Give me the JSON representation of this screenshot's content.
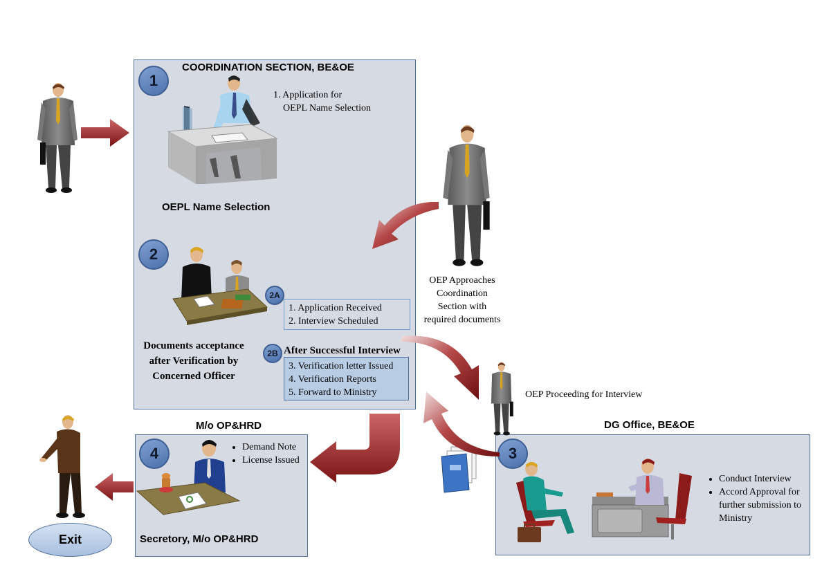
{
  "sections": {
    "coordination": {
      "title": "COORDINATION SECTION, BE&OE",
      "step1_number": "1",
      "step1_text_line1": "1. Application for",
      "step1_text_line2": "OEPL Name Selection",
      "step1_caption": "OEPL Name Selection",
      "step2_number": "2",
      "step2_caption_line1": "Documents acceptance",
      "step2_caption_line2": "after Verification by",
      "step2_caption_line3": "Concerned Officer",
      "step2a_number": "2A",
      "step2a_items": [
        "1. Application Received",
        "2. Interview Scheduled"
      ],
      "step2b_number": "2B",
      "step2b_title": "After Successful Interview",
      "step2b_items": [
        "3. Verification letter Issued",
        "4. Verification Reports",
        "5. Forward to Ministry"
      ]
    },
    "ministry": {
      "title": "M/o OP&HRD",
      "number": "4",
      "items": [
        "Demand Note",
        "License Issued"
      ],
      "caption": "Secretory, M/o OP&HRD"
    },
    "dg_office": {
      "title": "DG Office, BE&OE",
      "number": "3",
      "items": [
        "Conduct Interview",
        "Accord Approval for further submission to Ministry"
      ]
    }
  },
  "annotations": {
    "oep_approaches": [
      "OEP Approaches",
      "Coordination",
      "Section with",
      "required documents"
    ],
    "oep_proceeding": "OEP Proceeding for Interview"
  },
  "exit_label": "Exit",
  "colors": {
    "panel_fill": "#d6dbe3",
    "panel_border": "#4f6f99",
    "arrow": "#8b1a1a",
    "number_badge": "#5b7fba",
    "exit_fill": "#b8cce4"
  },
  "icons": {
    "person": "businessman-icon",
    "arrow": "curved-arrow-icon",
    "document": "document-stack-icon"
  }
}
